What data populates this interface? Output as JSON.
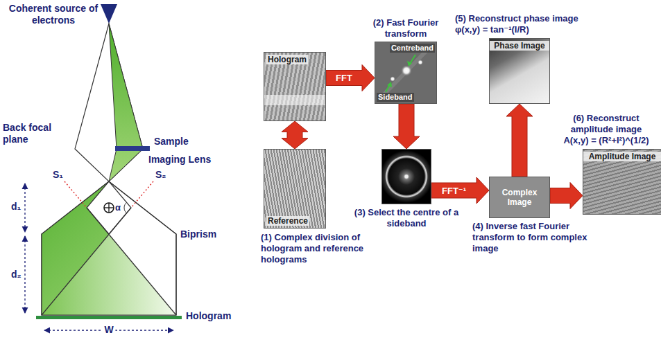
{
  "diagram": {
    "nodes": [
      {
        "text": [
          "Hologram"
        ]
      },
      {
        "text": [
          "Reference",
          "(1) Complex division of hologram and reference holograms"
        ]
      },
      {
        "text": [
          "(2) Fast Fourier transform",
          "Centreband",
          "Sideband"
        ]
      },
      {
        "text": [
          "(3) Select the centre of a sideband"
        ]
      },
      {
        "text": [
          "Complex Image",
          "(4) Inverse fast Fourier transform to form complex image"
        ]
      },
      {
        "text": [
          "(5) Reconstruct phase image",
          "φ(x,y) = tan⁻¹(I/R)",
          "Phase Image"
        ]
      },
      {
        "text": [
          "(6) Reconstruct amplitude image",
          "A(x,y) = (R²+I²)^(1/2)",
          "Amplitude Image"
        ]
      }
    ],
    "edges": [
      {
        "from": 0,
        "to": 2,
        "arrow": "to",
        "label": "FFT"
      },
      {
        "from": 0,
        "to": 1,
        "arrow": "both"
      },
      {
        "from": 2,
        "to": 3,
        "arrow": "to"
      },
      {
        "from": 3,
        "to": 4,
        "arrow": "to",
        "label": "FFT⁻¹"
      },
      {
        "from": 4,
        "to": 5,
        "arrow": "to"
      },
      {
        "from": 4,
        "to": 6,
        "arrow": "to"
      }
    ],
    "labels": [
      "Coherent source of electrons",
      "Sample",
      "Imaging Lens",
      "Back focal plane",
      "S₁",
      "S₂",
      "d₁",
      "α",
      "Biprism",
      "d₂",
      "Hologram",
      "W"
    ]
  }
}
